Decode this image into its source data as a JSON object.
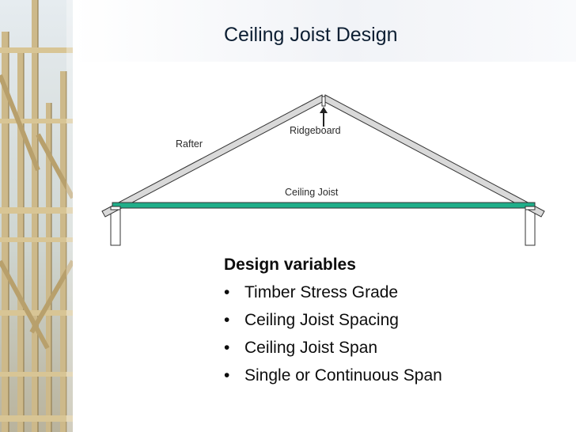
{
  "slide": {
    "title": "Ceiling Joist Design"
  },
  "diagram": {
    "ridgeboard_label": "Ridgeboard",
    "rafter_label": "Rafter",
    "ceiling_joist_label": "Ceiling Joist",
    "joist_color": "#1fae89",
    "rafter_color": "#d9d9d9",
    "line_color": "#333333"
  },
  "design": {
    "heading": "Design variables",
    "bullet_glyph": "•",
    "items": [
      "Timber Stress Grade",
      "Ceiling Joist Spacing",
      "Ceiling Joist Span",
      "Single or Continuous Span"
    ]
  },
  "background": {
    "photo_icon": "house-framing-photo"
  }
}
